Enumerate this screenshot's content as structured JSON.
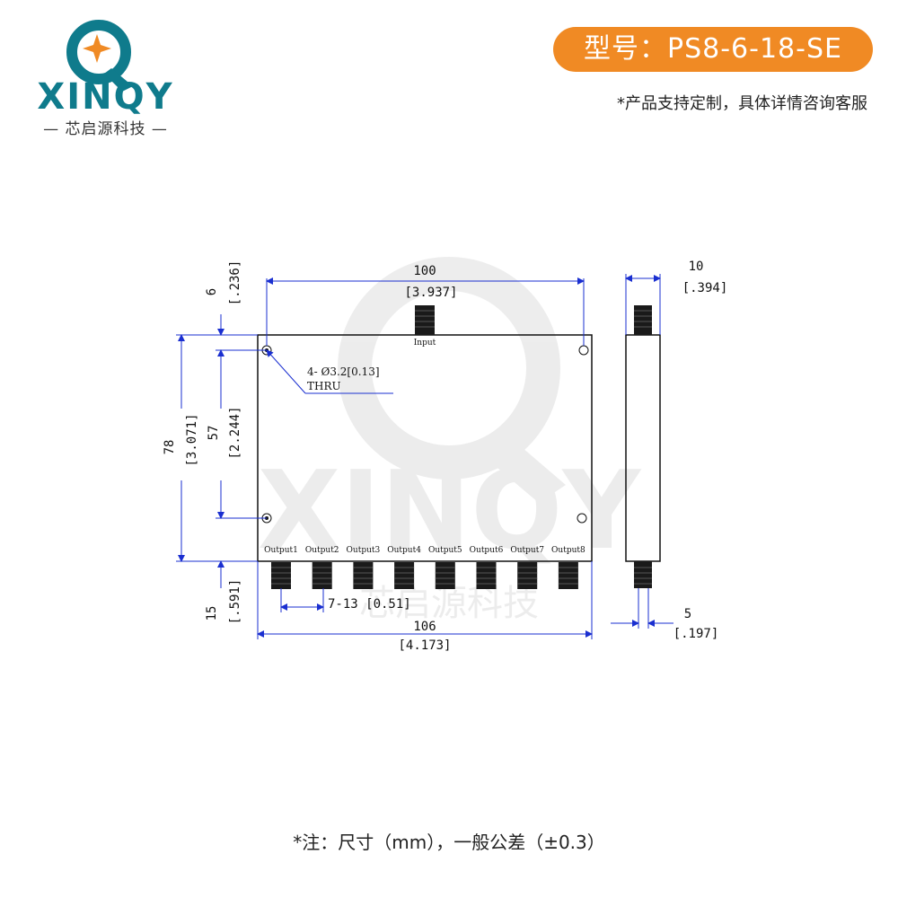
{
  "logo": {
    "brand_text": "XINQY",
    "subtitle": "— 芯启源科技 —",
    "colors": {
      "teal": "#0f7b8c",
      "orange": "#f08a24"
    }
  },
  "header": {
    "model_label": "型号：PS8-6-18-SE",
    "custom_note": "*产品支持定制，具体详情咨询客服",
    "accent_color": "#f08a24"
  },
  "drawing": {
    "top_width": "100",
    "top_width_in": "[3.937]",
    "overall_width": "106",
    "overall_width_in": "[4.173]",
    "pitch_label": "7-13 [0.51]",
    "height_total": "78",
    "height_total_in": "[3.071]",
    "hole_spacing": "57",
    "hole_spacing_in": "[2.244]",
    "top_offset": "6",
    "top_offset_in": "[.236]",
    "bottom_offset": "15",
    "bottom_offset_in": "[.591]",
    "thickness": "10",
    "thickness_in": "[.394]",
    "connector_dim": "5",
    "connector_dim_in": "[.197]",
    "hole_note_line1": "4- Ø3.2[0.13]",
    "hole_note_line2": "THRU",
    "input_label": "Input",
    "outputs": [
      "Output1",
      "Output2",
      "Output3",
      "Output4",
      "Output5",
      "Output6",
      "Output7",
      "Output8"
    ]
  },
  "watermark": {
    "text": "XINQY",
    "subtitle": "芯启源科技"
  },
  "footer": {
    "note": "*注：尺寸（mm），一般公差（±0.3）"
  }
}
